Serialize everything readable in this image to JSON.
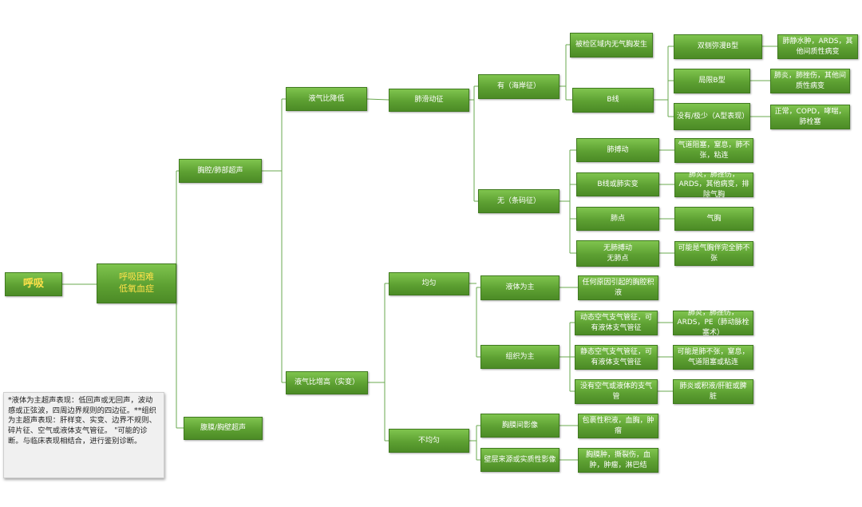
{
  "nodes": {
    "root": "呼吸",
    "l1": "呼吸困难\n低氧血症",
    "chest_us": "胸腔/肺部超声",
    "abd_us": "腹膜/胸壁超声",
    "lower": "液气比降低",
    "higher": "液气比增高（实变）",
    "sliding": "肺滑动征",
    "sliding_yes": "有（海岸征）",
    "sliding_no": "无（条码征）",
    "no_pneumo": "被检区域内无气胸发生",
    "bline": "B线",
    "bilat_b": "双侧弥漫B型",
    "bilat_b_res": "肺静水肿，ARDS，其他间质性病变",
    "local_b": "局限B型",
    "local_b_res": "肺炎，肺挫伤，其他间质性病变",
    "a_type": "没有/极少（A型表现）",
    "a_type_res": "正常，COPD，哮喘，肺栓塞",
    "pulse": "肺搏动",
    "pulse_res": "气道阻塞，窒息，肺不张，粘连",
    "bline_cons": "B线或肺实变",
    "bline_cons_res": "肺炎，肺挫伤，ARDS，其他病变，排除气胸",
    "lung_point": "肺点",
    "lung_point_res": "气胸",
    "no_pulse": "无肺搏动\n无肺点",
    "no_pulse_res": "可能是气胸伴完全肺不张",
    "uniform": "均匀",
    "nonuniform": "不均匀",
    "fluid": "液体为主",
    "fluid_res": "任何原因引起的胸腔积液",
    "tissue": "组织为主",
    "dyn_air": "动态空气支气管征，可有液体支气管征",
    "dyn_air_res": "肺炎，肺挫伤，ARDS，PE（肺动脉栓塞术）",
    "stat_air": "静态空气支气管征，可有液体支气管征",
    "stat_air_res": "可能是肺不张，窒息，气道阻塞或粘连",
    "no_air": "没有空气或液体的支气管",
    "no_air_res": "肺炎或积液/肝脏或脾脏",
    "pleura_img": "胸膜间影像",
    "pleura_img_res": "包裹性积液，血胸，肿瘤",
    "wall_img": "壁层来源或实质性影像",
    "wall_img_res": "胸膜肿，撕裂伤，血肿，肿瘤，淋巴结"
  },
  "note": "*液体为主超声表现：低回声或无回声，波动感或正弦波，四周边界规则的四边征。**组织为主超声表现：肝样变、实变、边界不规则、碎片征、空气或液体支气管征。 \"可能的诊断。与临床表现相结合，进行鉴别诊断。",
  "colors": {
    "node_green": "#5da032",
    "line_green": "#6aa84f",
    "root_text": "#ffe14a"
  }
}
